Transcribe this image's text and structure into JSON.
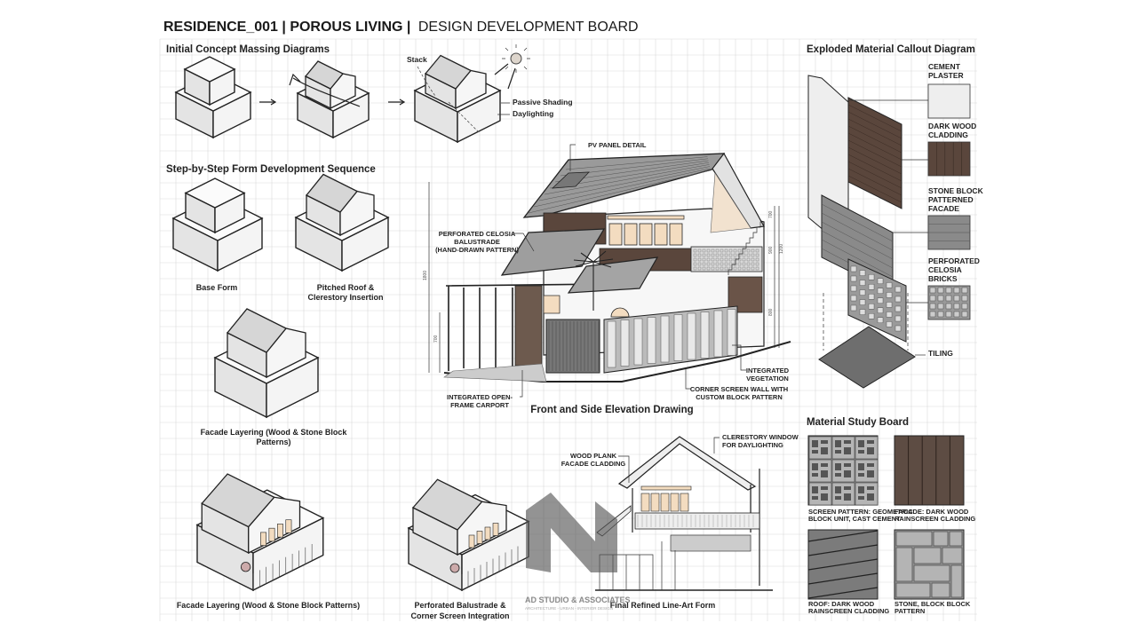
{
  "board": {
    "title_bold": "RESIDENCE_001 | POROUS LIVING |",
    "title_regular": "DESIGN DEVELOPMENT BOARD"
  },
  "massing": {
    "heading": "Initial Concept Massing Diagrams",
    "labels": {
      "stack": "Stack",
      "passive_shading": "Passive Shading",
      "daylighting": "Daylighting"
    }
  },
  "sequence": {
    "heading": "Step-by-Step Form Development Sequence",
    "steps": [
      {
        "lines": [
          "Base Form"
        ]
      },
      {
        "lines": [
          "Pitched Roof &",
          "Clerestory Insertion"
        ]
      },
      {
        "lines": [
          "Facade Layering (Wood & Stone Block",
          "Patterns)"
        ]
      }
    ]
  },
  "elevation": {
    "caption": "Front and Side Elevation Drawing",
    "callouts": {
      "pv": "PV PANEL DETAIL",
      "celosia": [
        "PERFORATED CELOSIA",
        "BALUSTRADE",
        "(HAND-DRAWN PATTERN)"
      ],
      "carport": [
        "INTEGRATED OPEN-",
        "FRAME CARPORT"
      ],
      "corner": [
        "CORNER SCREEN WALL WITH",
        "CUSTOM BLOCK PATTERN"
      ],
      "vegetation": [
        "INTEGRATED",
        "VEGETATION"
      ]
    },
    "dimensions": [
      "1800",
      "700",
      "700",
      "900",
      "1200",
      "800"
    ]
  },
  "bottom_row": {
    "captions": [
      {
        "lines": [
          "Facade Layering (Wood & Stone Block Patterns)"
        ]
      },
      {
        "lines": [
          "Perforated Balustrade &",
          "Corner Screen Integration"
        ]
      },
      {
        "lines": [
          "Final Refined Line-Art Form"
        ]
      }
    ],
    "callouts": {
      "wood_plank": [
        "WOOD PLANK",
        "FACADE CLADDING"
      ],
      "clerestory": [
        "CLERESTORY WINDOW",
        "FOR DAYLIGHTING"
      ]
    }
  },
  "watermark": {
    "name": "AD STUDIO & ASSOCIATES",
    "tagline": "ARCHITECTURE - URBAN - INTERIOR DESIGN"
  },
  "exploded": {
    "heading": "Exploded Material Callout Diagram",
    "materials": [
      {
        "lines": [
          "CEMENT",
          "PLASTER"
        ],
        "color": "#eeeeee"
      },
      {
        "lines": [
          "DARK WOOD",
          "CLADDING"
        ],
        "color": "#5a463c"
      },
      {
        "lines": [
          "STONE BLOCK",
          "PATTERNED",
          "FACADE"
        ],
        "color": "#8a8a8a"
      },
      {
        "lines": [
          "PERFORATED",
          "CELOSIA",
          "BRICKS"
        ],
        "color": "#9a9a9a"
      },
      {
        "lines": [
          "TILING"
        ],
        "color": "#6e6e6e"
      }
    ]
  },
  "study": {
    "heading": "Material Study Board",
    "swatches": [
      {
        "lines": [
          "SCREEN PATTERN: GEOMETRIC",
          "BLOCK UNIT, CAST CEMENT"
        ]
      },
      {
        "lines": [
          "FACADE: DARK WOOD",
          "RAINSCREEN CLADDING"
        ]
      },
      {
        "lines": [
          "ROOF: DARK WOOD",
          "RAINSCREEN CLADDING"
        ]
      },
      {
        "lines": [
          "STONE, BLOCK BLOCK",
          "PATTERN"
        ]
      }
    ]
  },
  "colors": {
    "ink": "#222222",
    "grid": "#d9d9d9",
    "wood": "#5a463c",
    "glow": "#f3dcc0"
  }
}
